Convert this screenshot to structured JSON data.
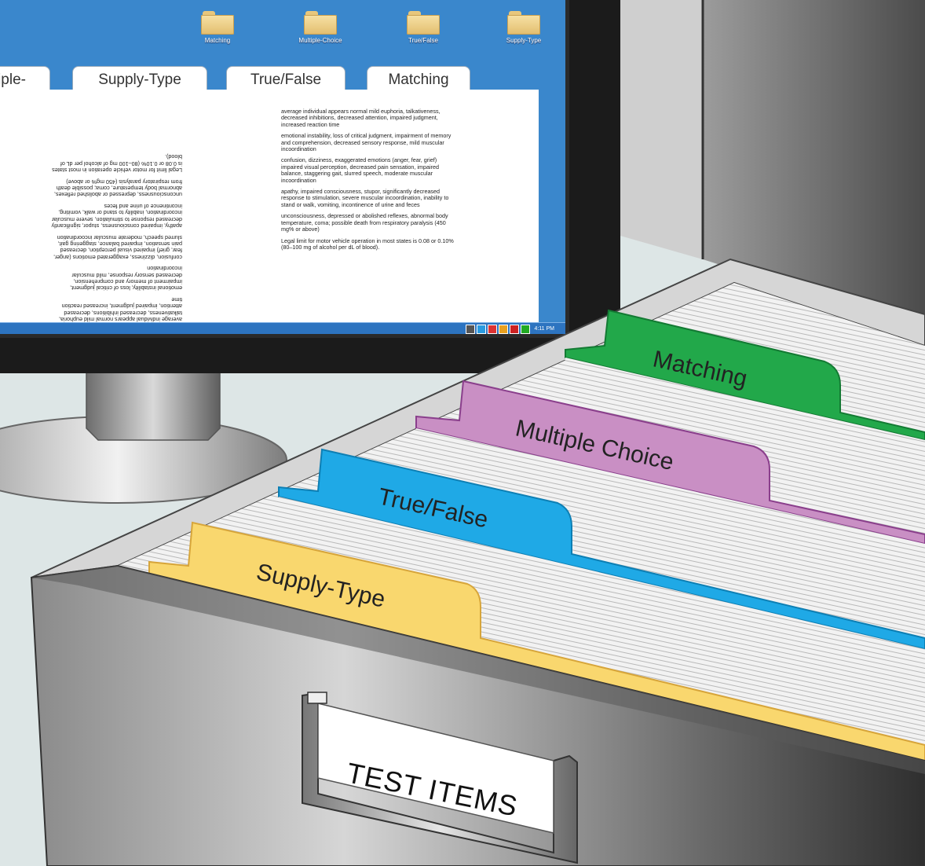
{
  "screen": {
    "desktop_icons": [
      {
        "label": "Matching"
      },
      {
        "label": "Multiple-Choice"
      },
      {
        "label": "True/False"
      },
      {
        "label": "Supply-Type"
      }
    ],
    "tabs": [
      {
        "label": "Multiple-Choice"
      },
      {
        "label": "Supply-Type"
      },
      {
        "label": "True/False"
      },
      {
        "label": "Matching"
      }
    ],
    "document": {
      "left_column_mirrored": [
        "average individual appears normal mild euphoria, talkativeness, decreased inhibitions, decreased attention, impaired judgment, increased reaction time",
        "emotional instability, loss of critical judgment, impairment of memory and comprehension, decreased sensory response, mild muscular incoordination",
        "confusion, dizziness, exaggerated emotions (anger, fear, grief) impaired visual perception, decreased pain sensation, impaired balance, staggering gait, slurred speech, moderate muscular incoordination",
        "apathy, impaired consciousness, stupor, significantly decreased response to stimulation, severe muscular incoordination, inability to stand or walk, vomiting, incontinence of urine and feces",
        "unconsciousness, depressed or abolished reflexes, abnormal body temperature, coma; possible death from respiratory paralysis (450 mg% or above)",
        "Legal limit for motor vehicle operation in most states is 0.08 or 0.10% (80–100 mg of alcohol per dL of blood)."
      ],
      "right_column": [
        "average individual appears normal mild euphoria, talkativeness, decreased inhibitions, decreased attention, impaired judgment, increased reaction time",
        "emotional instability, loss of critical judgment, impairment of memory and comprehension, decreased sensory response, mild muscular incoordination",
        "confusion, dizziness, exaggerated emotions (anger, fear, grief) impaired visual perception, decreased pain sensation, impaired balance, staggering gait, slurred speech, moderate muscular incoordination",
        "apathy, impaired consciousness, stupor, significantly decreased response to stimulation, severe muscular incoordination, inability to stand or walk, vomiting, incontinence of urine and feces",
        "unconsciousness, depressed or abolished reflexes, abnormal body temperature, coma; possible death from respiratory paralysis (450 mg% or above)",
        "Legal limit for motor vehicle operation in most states is 0.08 or 0.10% (80–100 mg of alcohol per dL of blood)."
      ]
    },
    "taskbar_clock": "4:11 PM"
  },
  "drawer": {
    "dividers": [
      {
        "label": "Matching",
        "color": "#22a84a"
      },
      {
        "label": "Multiple Choice",
        "color": "#c98fc4"
      },
      {
        "label": "True/False",
        "color": "#1fa9e6"
      },
      {
        "label": "Supply-Type",
        "color": "#f9d76e"
      }
    ],
    "label_card": "TEST ITEMS"
  },
  "colors": {
    "screen_blue": "#3a87cc",
    "monitor_black": "#1b1b1b",
    "cabinet_gray": "#8f8f8f",
    "background": "#dde6e6"
  }
}
